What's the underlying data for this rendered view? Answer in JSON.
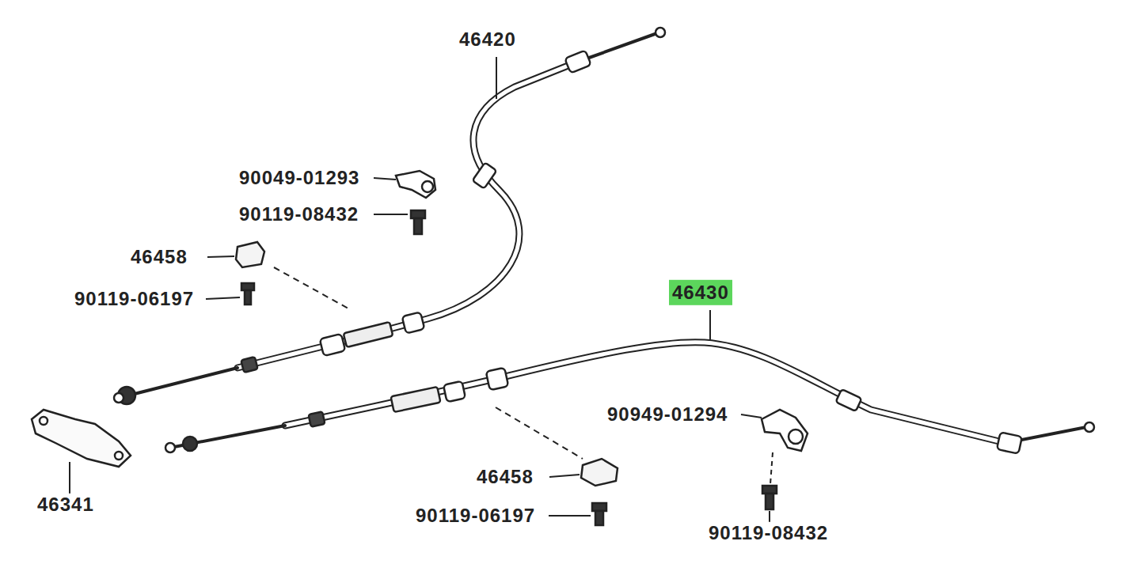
{
  "diagram": {
    "labels": [
      "46420",
      "90049-01293",
      "90119-08432",
      "46458",
      "90119-06197",
      "46430",
      "90949-01294",
      "46341",
      "46458",
      "90119-06197",
      "90119-08432"
    ]
  }
}
